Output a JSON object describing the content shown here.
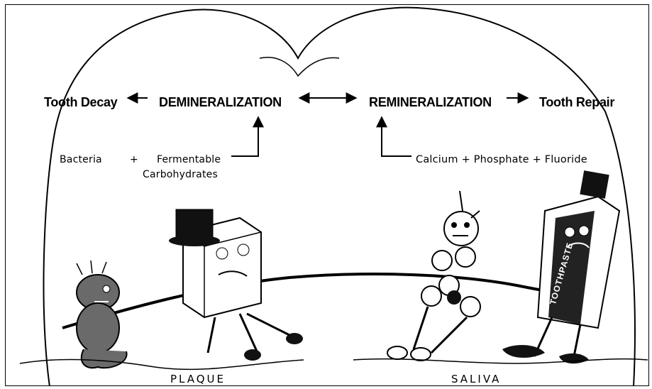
{
  "diagram": {
    "top_row": {
      "tooth_decay": "Tooth Decay",
      "demineralization": "DEMINERALIZATION",
      "remineralization": "REMINERALIZATION",
      "tooth_repair": "Tooth Repair"
    },
    "left_inputs": {
      "bacteria": "Bacteria",
      "plus": "+",
      "fermentable": "Fermentable",
      "carbohydrates": "Carbohydrates"
    },
    "right_inputs": {
      "calcium_phosphate_fluoride": "Calcium + Phosphate + Fluoride"
    },
    "ground_labels": {
      "plaque": "PLAQUE",
      "saliva": "SALIVA"
    },
    "toothpaste_label": "TOOTHPASTE"
  }
}
